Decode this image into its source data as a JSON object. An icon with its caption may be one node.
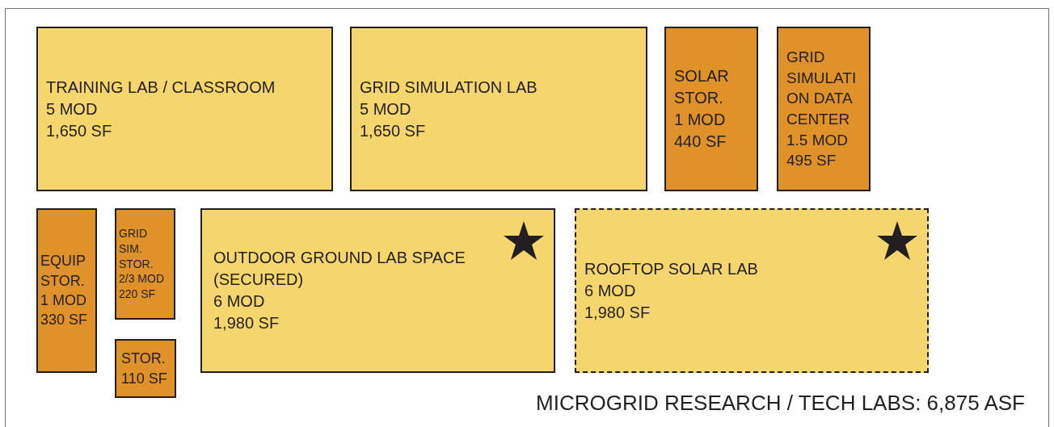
{
  "diagram": {
    "caption": "MICROGRID RESEARCH / TECH LABS: 6,875 ASF",
    "nodes": [
      {
        "text": [
          "TRAINING LAB / CLASSROOM",
          "5 MOD",
          "1,650 SF"
        ]
      },
      {
        "text": [
          "GRID SIMULATION LAB",
          "5 MOD",
          "1,650 SF"
        ]
      },
      {
        "text": [
          "SOLAR STOR.",
          "1 MOD",
          "440 SF"
        ]
      },
      {
        "text": [
          "GRID SIMULATION DATA CENTER",
          "1.5 MOD",
          "495 SF"
        ]
      },
      {
        "text": [
          "EQUIP STOR.",
          "1 MOD",
          "330 SF"
        ]
      },
      {
        "text": [
          "GRID SIM. STOR.",
          "2/3 MOD",
          "220 SF"
        ]
      },
      {
        "text": [
          "STOR.",
          "110 SF"
        ]
      },
      {
        "text": [
          "OUTDOOR GROUND LAB SPACE (SECURED)",
          "6 MOD",
          "1,980 SF"
        ]
      },
      {
        "text": [
          "ROOFTOP SOLAR LAB",
          "6 MOD",
          "1,980 SF"
        ]
      }
    ],
    "edges": []
  }
}
